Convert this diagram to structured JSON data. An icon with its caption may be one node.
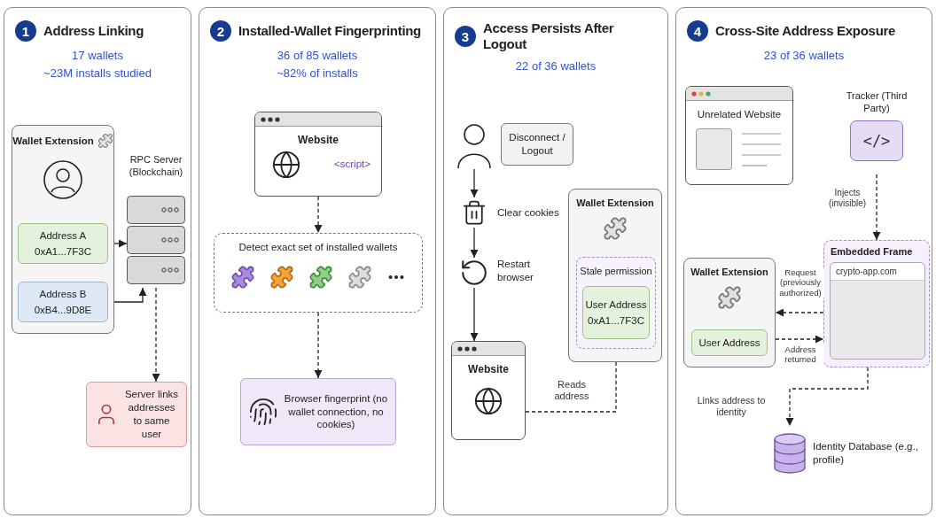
{
  "diagram": {
    "nodes": [
      {
        "text": [
          "1",
          "Address Linking",
          "17 wallets",
          "~23M installs studied"
        ]
      },
      {
        "text": [
          "Wallet Extension"
        ],
        "in": 0
      },
      {
        "text": [
          "Address A",
          "0xA1...7F3C"
        ],
        "in": 1
      },
      {
        "text": [
          "Address B",
          "0xB4...9D8E"
        ],
        "in": 1
      },
      {
        "text": [
          "RPC Server (Blockchain)"
        ],
        "in": 0
      },
      {
        "text": [
          "Server links addresses to same user"
        ],
        "in": 0
      },
      {
        "text": [
          "2",
          "Installed-Wallet Fingerprinting",
          "36 of 85 wallets",
          "~82% of installs"
        ]
      },
      {
        "text": [
          "Website",
          "<script>"
        ],
        "in": 6
      },
      {
        "text": [
          "Detect exact set of installed wallets"
        ],
        "in": 6
      },
      {
        "text": [
          "Browser fingerprint (no wallet connection, no cookies)"
        ],
        "in": 6
      },
      {
        "text": [
          "3",
          "Access Persists After Logout",
          "22 of 36 wallets"
        ]
      },
      {
        "text": [],
        "shape": "person",
        "in": 10
      },
      {
        "text": [
          "Disconnect / Logout"
        ],
        "in": 10
      },
      {
        "text": [],
        "shape": "bin",
        "in": 10,
        "beside": [
          "Clear cookies"
        ]
      },
      {
        "text": [],
        "shape": "circle",
        "in": 10,
        "beside": [
          "Restart browser"
        ]
      },
      {
        "text": [
          "Website"
        ],
        "in": 10
      },
      {
        "text": [
          "Wallet Extension"
        ],
        "in": 10
      },
      {
        "text": [
          "Stale permission"
        ],
        "in": 16
      },
      {
        "text": [
          "User Address",
          "0xA1...7F3C"
        ],
        "in": 17
      },
      {
        "text": [
          "4",
          "Cross-Site Address Exposure",
          "23 of 36 wallets"
        ]
      },
      {
        "text": [
          "Unrelated Website"
        ],
        "in": 19
      },
      {
        "text": [
          "Tracker (Third Party)",
          "</>"
        ],
        "in": 19
      },
      {
        "text": [
          "Embedded Frame"
        ],
        "in": 19
      },
      {
        "text": [
          "crypto-app.com"
        ],
        "in": 22
      },
      {
        "text": [
          "Wallet Extension"
        ],
        "in": 19
      },
      {
        "text": [
          "User Address"
        ],
        "in": 24
      },
      {
        "text": [
          "Identity Database (e.g., profile)"
        ],
        "in": 19
      }
    ],
    "edges": [
      {
        "from": 2,
        "to": 4,
        "arrow": "to"
      },
      {
        "from": 3,
        "to": 4,
        "arrow": "to"
      },
      {
        "from": 4,
        "to": 5,
        "arrow": "to",
        "style": "dashed"
      },
      {
        "from": 7,
        "to": 8,
        "arrow": "to",
        "style": "dashed"
      },
      {
        "from": 8,
        "to": 9,
        "arrow": "to",
        "style": "dashed"
      },
      {
        "from": 11,
        "to": 13,
        "arrow": "to"
      },
      {
        "from": 13,
        "to": 14,
        "arrow": "to"
      },
      {
        "from": 14,
        "to": 15,
        "arrow": "to"
      },
      {
        "from": 15,
        "to": 17,
        "arrow": "to",
        "style": "dashed",
        "label": "Reads address"
      },
      {
        "from": 21,
        "to": 22,
        "arrow": "to",
        "style": "dashed",
        "label": "Injects (invisible)"
      },
      {
        "from": 22,
        "to": 24,
        "arrow": "to",
        "style": "dashed",
        "label": "Request (previously authorized)"
      },
      {
        "from": 24,
        "to": 22,
        "arrow": "to",
        "style": "dashed",
        "label": "Address returned"
      },
      {
        "from": 22,
        "to": 26,
        "arrow": "to",
        "style": "dashed",
        "label": "Links address to identity"
      }
    ]
  }
}
